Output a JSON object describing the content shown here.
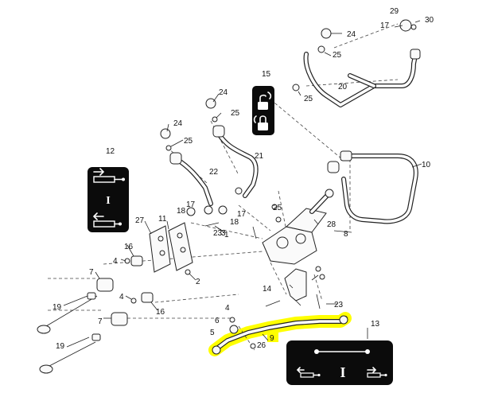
{
  "colors": {
    "highlight": "#ffff00",
    "panel_background": "#0b0b0b",
    "line": "#222222"
  },
  "callouts": [
    {
      "id": "c1",
      "label": "1"
    },
    {
      "id": "c2",
      "label": "2"
    },
    {
      "id": "c3",
      "label": "3"
    },
    {
      "id": "c4a",
      "label": "4"
    },
    {
      "id": "c4b",
      "label": "4"
    },
    {
      "id": "c4c",
      "label": "4"
    },
    {
      "id": "c5",
      "label": "5"
    },
    {
      "id": "c6",
      "label": "6"
    },
    {
      "id": "c7a",
      "label": "7"
    },
    {
      "id": "c7b",
      "label": "7"
    },
    {
      "id": "c8",
      "label": "8"
    },
    {
      "id": "c9",
      "label": "9"
    },
    {
      "id": "c10",
      "label": "10"
    },
    {
      "id": "c11",
      "label": "11"
    },
    {
      "id": "c12",
      "label": "12"
    },
    {
      "id": "c13",
      "label": "13"
    },
    {
      "id": "c14",
      "label": "14"
    },
    {
      "id": "c15",
      "label": "15"
    },
    {
      "id": "c16a",
      "label": "16"
    },
    {
      "id": "c16b",
      "label": "16"
    },
    {
      "id": "c17a",
      "label": "17"
    },
    {
      "id": "c17b",
      "label": "17"
    },
    {
      "id": "c17c",
      "label": "17"
    },
    {
      "id": "c18a",
      "label": "18"
    },
    {
      "id": "c18b",
      "label": "18"
    },
    {
      "id": "c19a",
      "label": "19"
    },
    {
      "id": "c19b",
      "label": "19"
    },
    {
      "id": "c20",
      "label": "20"
    },
    {
      "id": "c21",
      "label": "21"
    },
    {
      "id": "c22",
      "label": "22"
    },
    {
      "id": "c23a",
      "label": "23"
    },
    {
      "id": "c23b",
      "label": "23"
    },
    {
      "id": "c24a",
      "label": "24"
    },
    {
      "id": "c24b",
      "label": "24"
    },
    {
      "id": "c24c",
      "label": "24"
    },
    {
      "id": "c25a",
      "label": "25"
    },
    {
      "id": "c25b",
      "label": "25"
    },
    {
      "id": "c25c",
      "label": "25"
    },
    {
      "id": "c25d",
      "label": "25"
    },
    {
      "id": "c25e",
      "label": "25"
    },
    {
      "id": "c26",
      "label": "26"
    },
    {
      "id": "c27",
      "label": "27"
    },
    {
      "id": "c28",
      "label": "28"
    },
    {
      "id": "c29",
      "label": "29"
    },
    {
      "id": "c30",
      "label": "30"
    }
  ],
  "panels": {
    "panel_12": {
      "symbol": "I",
      "icons": [
        "cylinder-extend-icon",
        "cylinder-retract-icon"
      ]
    },
    "panel_13": {
      "symbol": "I",
      "icons": [
        "lever-gate-icon",
        "cylinder-retract-icon",
        "cylinder-extend-icon"
      ]
    },
    "panel_15": {
      "icons": [
        "lock-open-icon",
        "lock-closed-icon"
      ]
    }
  }
}
